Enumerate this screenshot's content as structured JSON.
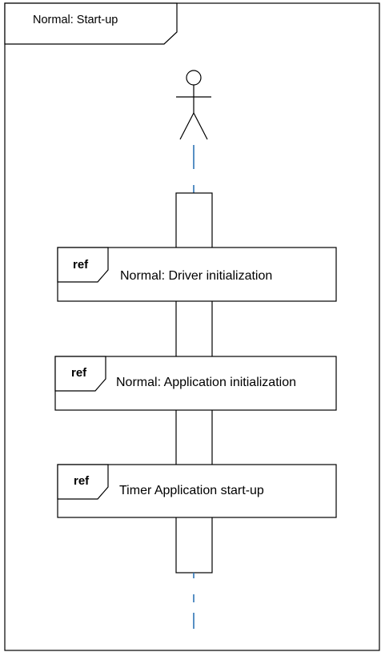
{
  "diagram": {
    "title": "Normal: Start-up",
    "refs": [
      {
        "tag": "ref",
        "label": "Normal: Driver initialization"
      },
      {
        "tag": "ref",
        "label": "Normal: Application initialization"
      },
      {
        "tag": "ref",
        "label": "Timer Application start-up"
      }
    ]
  },
  "colors": {
    "lifeline": "#2e75b6",
    "stroke": "#000000",
    "background": "#ffffff"
  }
}
